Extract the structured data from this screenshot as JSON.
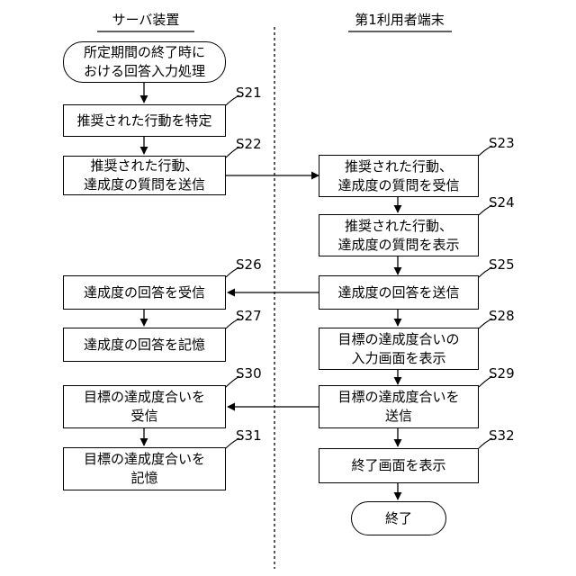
{
  "columns": {
    "server": "サーバ装置",
    "terminal": "第1利用者端末"
  },
  "server": {
    "start": {
      "line1": "所定期間の終了時に",
      "line2": "おける回答入力処理"
    },
    "s21": {
      "id": "S21",
      "line1": "推奨された行動を特定"
    },
    "s22": {
      "id": "S22",
      "line1": "推奨された行動、",
      "line2": "達成度の質問を送信"
    },
    "s26": {
      "id": "S26",
      "line1": "達成度の回答を受信"
    },
    "s27": {
      "id": "S27",
      "line1": "達成度の回答を記憶"
    },
    "s30": {
      "id": "S30",
      "line1": "目標の達成度合いを",
      "line2": "受信"
    },
    "s31": {
      "id": "S31",
      "line1": "目標の達成度合いを",
      "line2": "記憶"
    }
  },
  "terminal": {
    "s23": {
      "id": "S23",
      "line1": "推奨された行動、",
      "line2": "達成度の質問を受信"
    },
    "s24": {
      "id": "S24",
      "line1": "推奨された行動、",
      "line2": "達成度の質問を表示"
    },
    "s25": {
      "id": "S25",
      "line1": "達成度の回答を送信"
    },
    "s28": {
      "id": "S28",
      "line1": "目標の達成度合いの",
      "line2": "入力画面を表示"
    },
    "s29": {
      "id": "S29",
      "line1": "目標の達成度合いを",
      "line2": "送信"
    },
    "s32": {
      "id": "S32",
      "line1": "終了画面を表示"
    },
    "end": {
      "line1": "終了"
    }
  }
}
